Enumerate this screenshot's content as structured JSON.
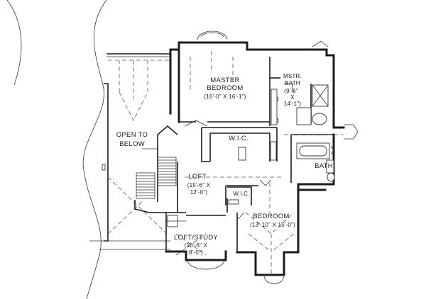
{
  "rooms": {
    "open_to_below": {
      "line1": "OPEN TO",
      "line2": "BELOW"
    },
    "master_bedroom": {
      "line1": "MASTER",
      "line2": "BEDROOM",
      "dims": "(16'-0\" X 16'-1\")"
    },
    "master_bath": {
      "line1": "MSTR.",
      "line2": "BATH",
      "dims1": "(9'-6\"",
      "dims2": "X",
      "dims3": "14'-1\")"
    },
    "wic_main": {
      "label": "W.I.C."
    },
    "bath": {
      "label": "BATH"
    },
    "loft": {
      "line1": "LOFT",
      "dims1": "(15'-6\" X",
      "dims2": "12'-0\")"
    },
    "wic_small": {
      "label": "W.I.C."
    },
    "bedroom": {
      "line1": "BEDROOM",
      "dims": "(13'-10\" X 15'-0\")"
    },
    "loft_study": {
      "line1": "LOFT/STUDY",
      "dims1": "(10'-6\" X",
      "dims2": "8'-0\")"
    }
  }
}
